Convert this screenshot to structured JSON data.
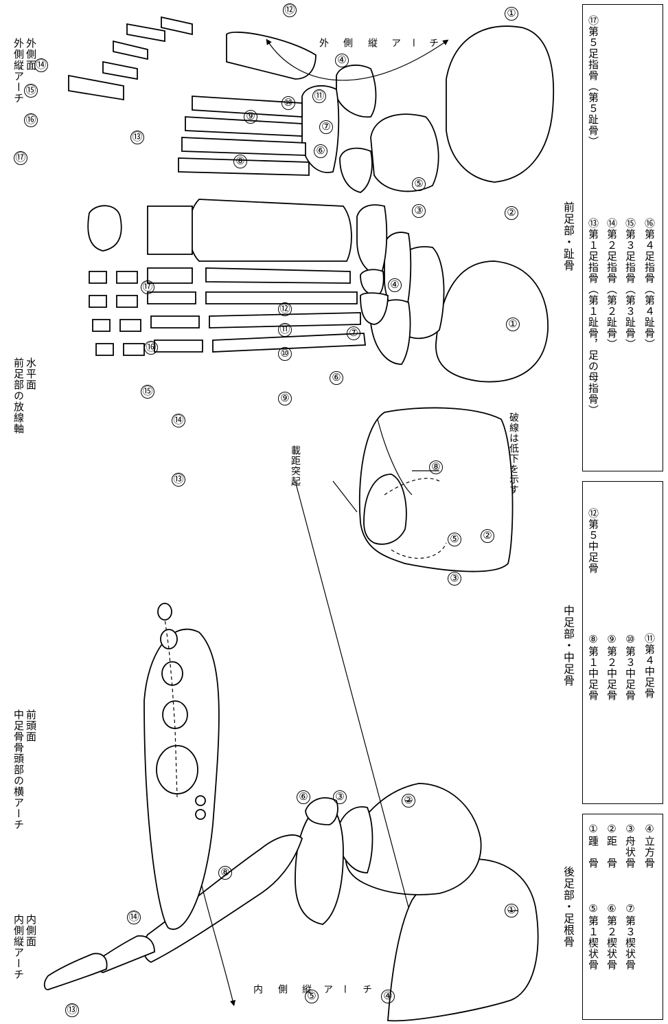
{
  "views": {
    "medial": {
      "line1": "内側面",
      "line2": "内側縦アーチ"
    },
    "frontal": {
      "line1": "前頭面",
      "line2": "中足骨骨頭部の横アーチ"
    },
    "horizontal": {
      "line1": "水平面",
      "line2": "前足部の放線軸"
    },
    "lateral": {
      "line1": "外側面",
      "line2": "外側縦アーチ"
    }
  },
  "arch_labels": {
    "medial": [
      "内",
      "側",
      "縦",
      "ア",
      "ー",
      "チ"
    ],
    "lateral": [
      "外",
      "側",
      "縦",
      "ア",
      "ー",
      "チ"
    ]
  },
  "annotations": {
    "sustentaculum": "載距突起",
    "dashed_note": "破線は低下を示す"
  },
  "sections": {
    "hindfoot": "後足部・足根骨",
    "midfoot": "中足部・中足骨",
    "forefoot": "前足部・趾骨"
  },
  "legend": {
    "hindfoot": [
      "①踵　骨",
      "②距　骨",
      "③舟状骨",
      "④立方骨",
      "⑤第１楔状骨",
      "⑥第２楔状骨",
      "⑦第３楔状骨"
    ],
    "midfoot": [
      "⑧第１中足骨",
      "⑨第２中足骨",
      "⑩第３中足骨",
      "⑪第４中足骨",
      "⑫第５中足骨"
    ],
    "forefoot": [
      "⑬第１足指骨（第１趾骨，足の母指骨）",
      "⑭第２足指骨（第２趾骨）",
      "⑮第３足指骨（第３趾骨）",
      "⑯第４足指骨（第４趾骨）",
      "⑰第５足指骨（第５趾骨）"
    ]
  },
  "markers": {
    "m1": "①",
    "m2": "②",
    "m3": "③",
    "m4": "④",
    "m5": "⑤",
    "m6": "⑥",
    "m7": "⑦",
    "m8": "⑧",
    "m9": "⑨",
    "m10": "⑩",
    "m11": "⑪",
    "m12": "⑫",
    "m13": "⑬",
    "m14": "⑭",
    "m15": "⑮",
    "m16": "⑯",
    "m17": "⑰"
  }
}
